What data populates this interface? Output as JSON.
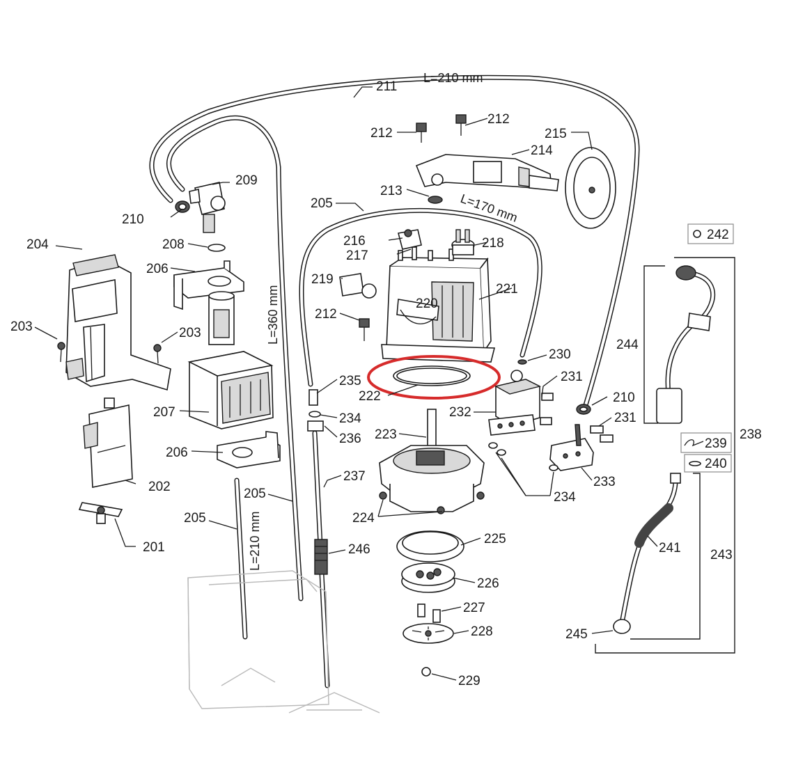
{
  "diagram": {
    "title": "",
    "highlight_color": "#d62b2b",
    "line_color": "#1a1a1a",
    "lengths": {
      "tube_211": "L=210 mm",
      "tube_205_top": "L=170 mm",
      "tube_205_vertical": "L=360 mm",
      "tube_205_tank": "L=210 mm"
    },
    "parts": {
      "p201": "201",
      "p202": "202",
      "p203a": "203",
      "p203b": "203",
      "p204": "204",
      "p205a": "205",
      "p205b": "205",
      "p205c": "205",
      "p206a": "206",
      "p206b": "206",
      "p207": "207",
      "p208": "208",
      "p209": "209",
      "p210a": "210",
      "p210b": "210",
      "p211": "211",
      "p212a": "212",
      "p212b": "212",
      "p212c": "212",
      "p213": "213",
      "p214": "214",
      "p215": "215",
      "p216": "216",
      "p217": "217",
      "p218": "218",
      "p219": "219",
      "p220": "220",
      "p221": "221",
      "p222": "222",
      "p223": "223",
      "p224": "224",
      "p225": "225",
      "p226": "226",
      "p227": "227",
      "p228": "228",
      "p229": "229",
      "p230": "230",
      "p231a": "231",
      "p231b": "231",
      "p232": "232",
      "p233": "233",
      "p234a": "234",
      "p234b": "234",
      "p235": "235",
      "p236": "236",
      "p237": "237",
      "p238": "238",
      "p239": "239",
      "p240": "240",
      "p241": "241",
      "p242": "242",
      "p243": "243",
      "p244": "244",
      "p245": "245",
      "p246": "246"
    }
  }
}
